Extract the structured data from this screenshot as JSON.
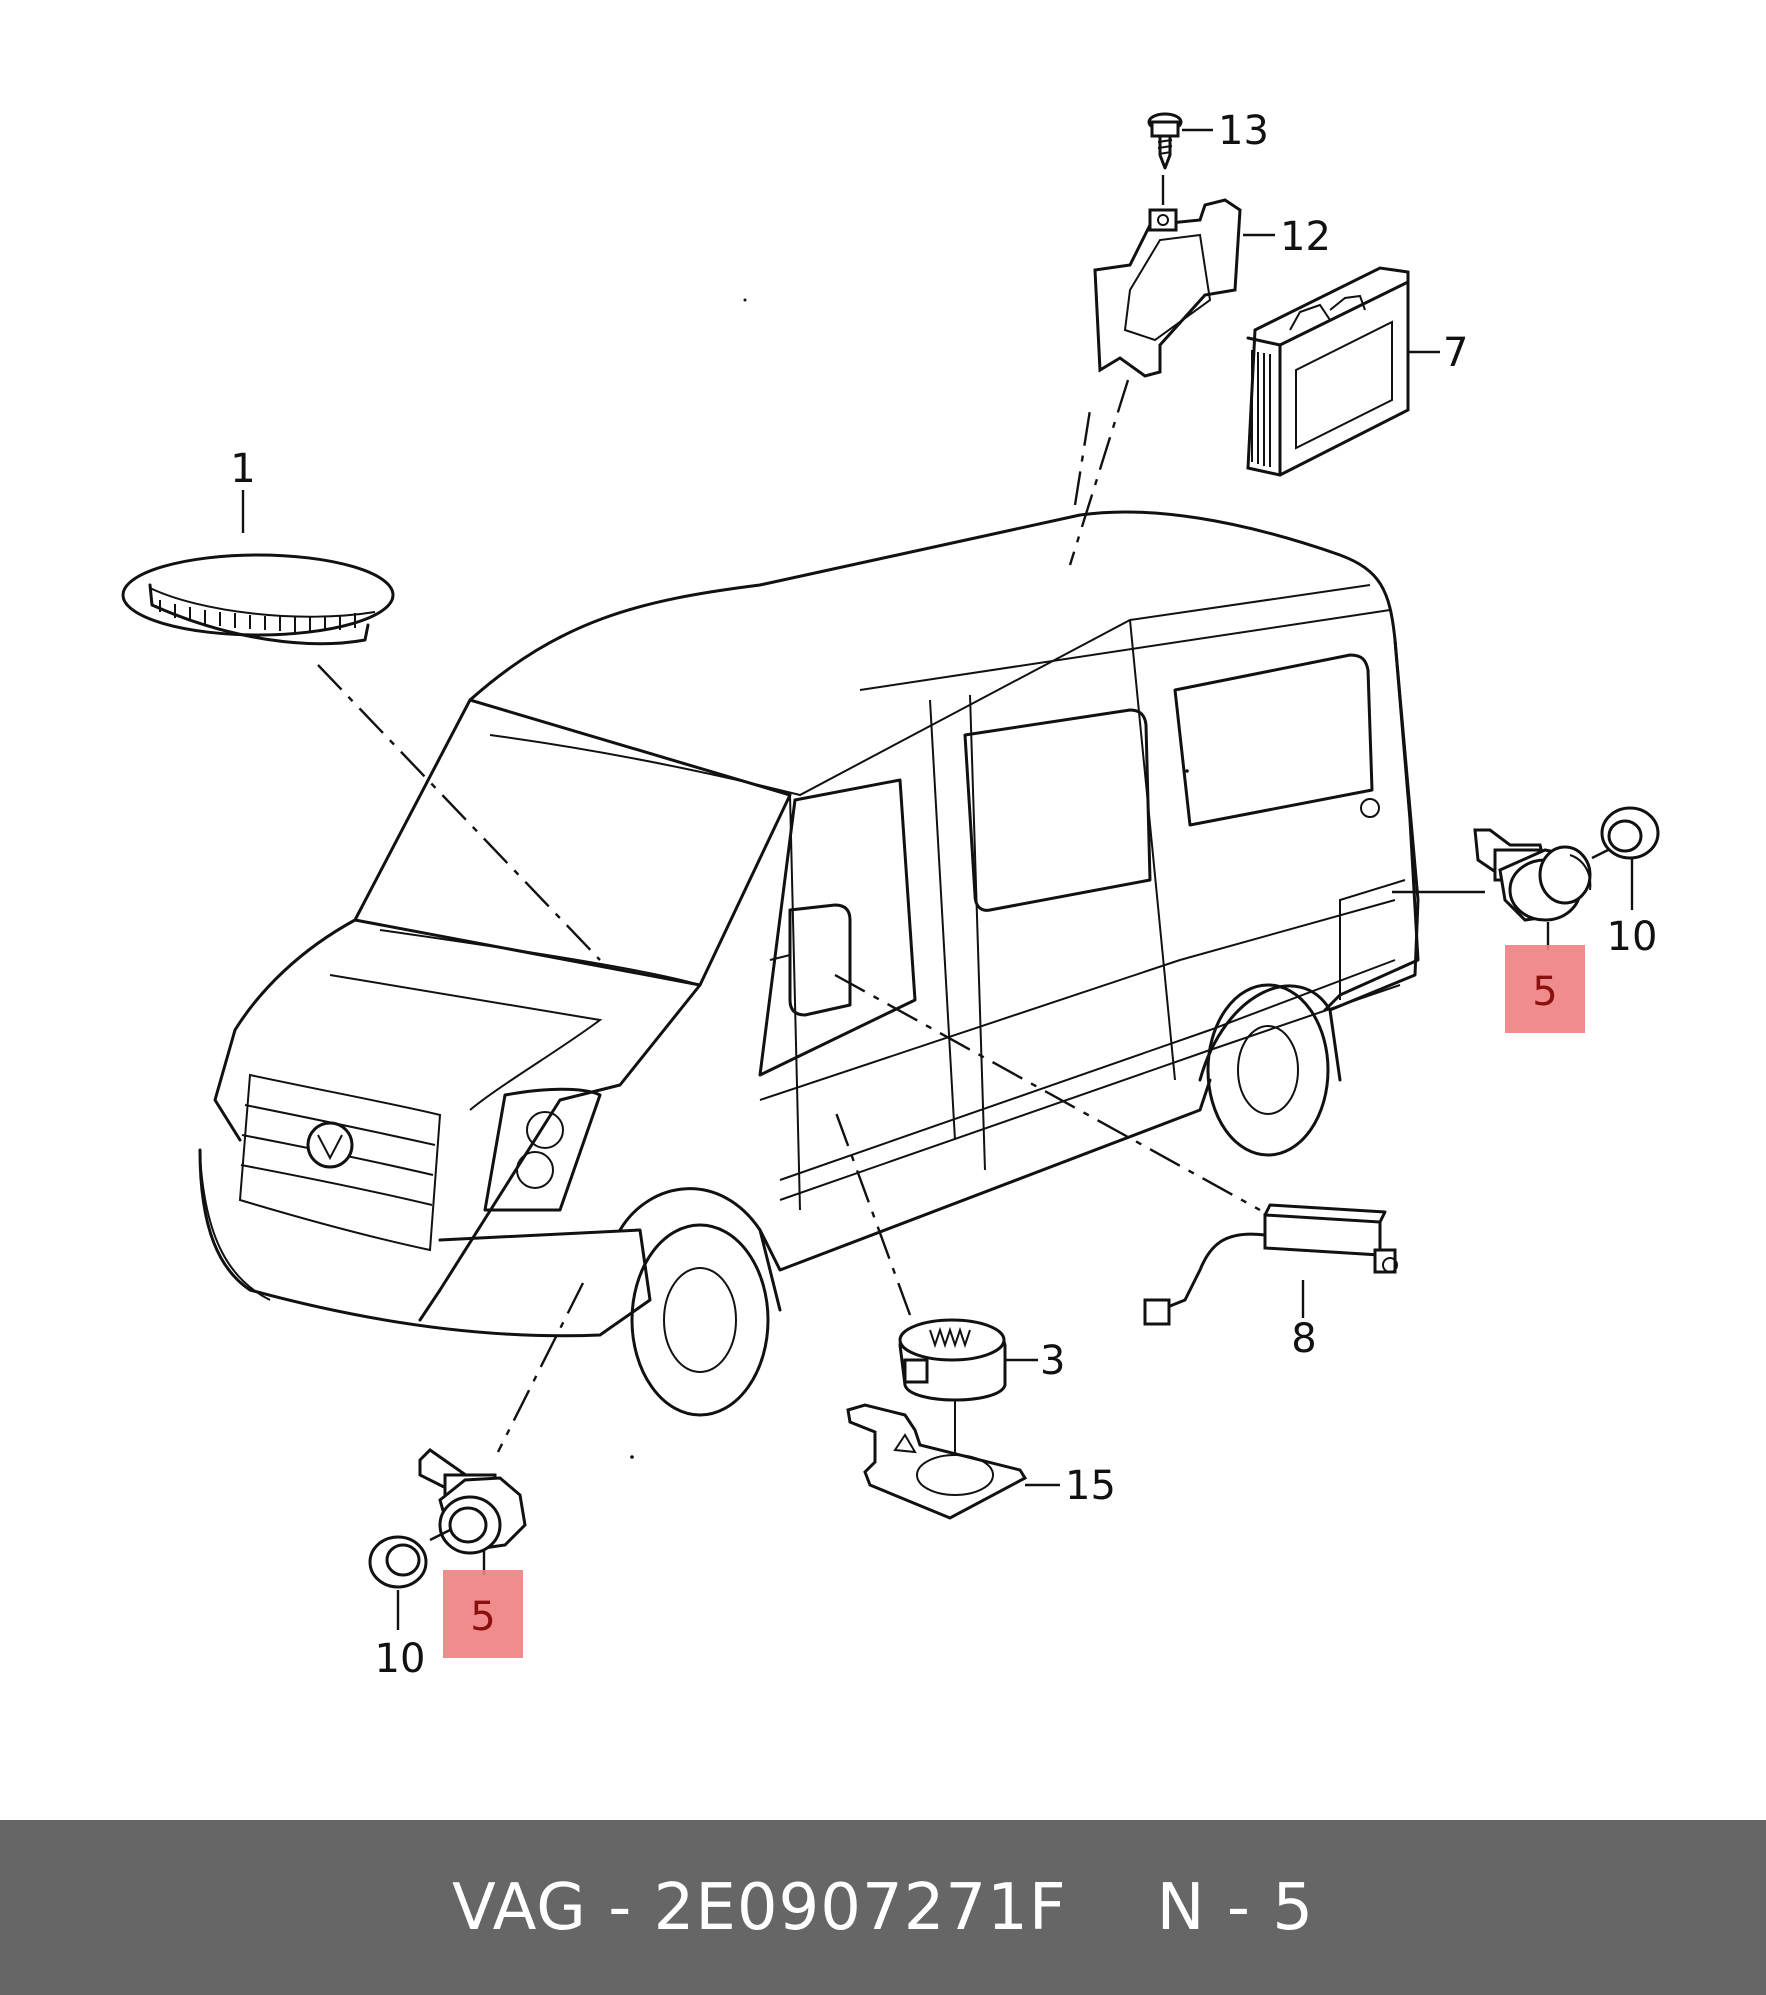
{
  "callouts": {
    "c1": "1",
    "c3": "3",
    "c5_right": "5",
    "c5_left": "5",
    "c7": "7",
    "c8": "8",
    "c10_right": "10",
    "c10_left": "10",
    "c12": "12",
    "c13": "13",
    "c15": "15"
  },
  "highlight_color": "#ef7f7f",
  "footer": {
    "brand_part": "VAG - 2E0907271F",
    "position": "N - 5"
  },
  "footer_color": "#666666"
}
